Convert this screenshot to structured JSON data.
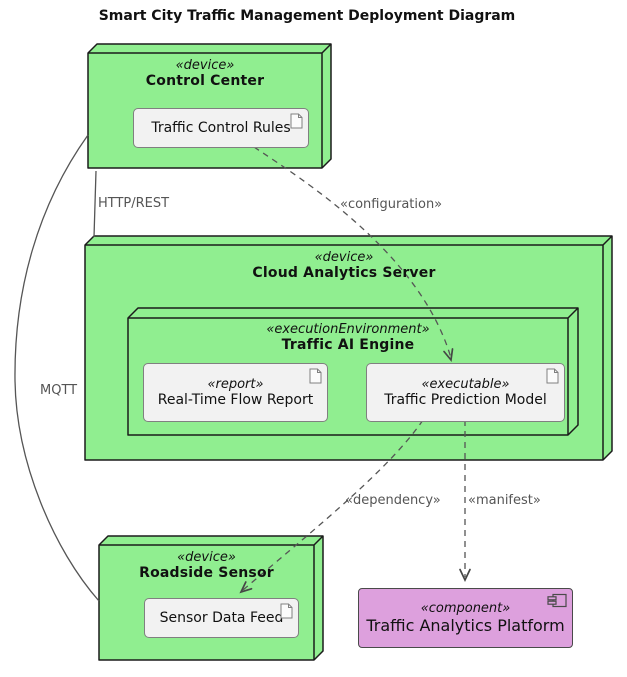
{
  "title": "Smart City Traffic Management Deployment Diagram",
  "nodes": {
    "control_center": {
      "stereotype": "«device»",
      "name": "Control Center"
    },
    "cloud_analytics_server": {
      "stereotype": "«device»",
      "name": "Cloud Analytics Server"
    },
    "traffic_ai_engine": {
      "stereotype": "«executionEnvironment»",
      "name": "Traffic AI Engine"
    },
    "roadside_sensor": {
      "stereotype": "«device»",
      "name": "Roadside Sensor"
    }
  },
  "artifacts": {
    "traffic_control_rules": {
      "name": "Traffic Control Rules"
    },
    "real_time_flow_report": {
      "stereotype": "«report»",
      "name": "Real-Time Flow Report"
    },
    "traffic_prediction_model": {
      "stereotype": "«executable»",
      "name": "Traffic Prediction Model"
    },
    "sensor_data_feed": {
      "name": "Sensor Data Feed"
    }
  },
  "component": {
    "stereotype": "«component»",
    "name": "Traffic Analytics Platform"
  },
  "edges": {
    "http_rest": {
      "label": "HTTP/REST",
      "style": "solid"
    },
    "mqtt": {
      "label": "MQTT",
      "style": "solid"
    },
    "configuration": {
      "label": "«configuration»",
      "style": "dashed-arrow"
    },
    "dependency": {
      "label": "«dependency»",
      "style": "dashed-arrow"
    },
    "manifest": {
      "label": "«manifest»",
      "style": "dashed-arrow"
    }
  },
  "colors": {
    "node_fill": "#90EE90",
    "node_border": "#1b1b1b",
    "artifact_fill": "#f2f2f2",
    "artifact_border": "#808080",
    "component_fill": "#DDA0DD",
    "component_border": "#4a4a4a",
    "edge": "#555555",
    "label": "#555555",
    "text": "#111111"
  }
}
